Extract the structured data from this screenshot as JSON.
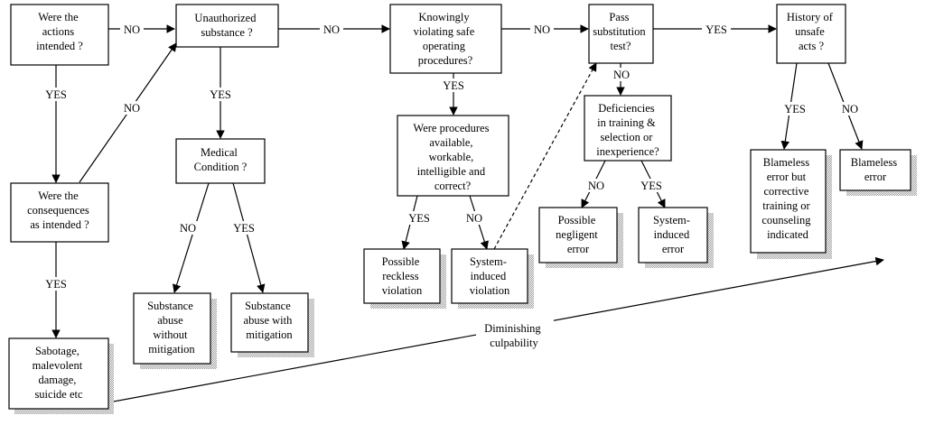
{
  "boxes": {
    "actions_intended": [
      "Were the",
      "actions",
      "intended ?"
    ],
    "unauthorized": [
      "Unauthorized",
      "substance ?"
    ],
    "knowingly": [
      "Knowingly",
      "violating safe",
      "operating",
      "procedures?"
    ],
    "substitution": [
      "Pass",
      "substitution",
      "test?"
    ],
    "history": [
      "History of",
      "unsafe",
      "acts ?"
    ],
    "consequences": [
      "Were the",
      "consequences",
      "as intended ?"
    ],
    "medical": [
      "Medical",
      "Condition ?"
    ],
    "procedures": [
      "Were procedures",
      "available,",
      "workable,",
      "intelligible and",
      "correct?"
    ],
    "deficiencies": [
      "Deficiencies",
      "in training &",
      "selection or",
      "inexperience?"
    ],
    "blameless_corrective": [
      "Blameless",
      "error but",
      "corrective",
      "training or",
      "counseling",
      "indicated"
    ],
    "blameless": [
      "Blameless",
      "error"
    ],
    "reckless": [
      "Possible",
      "reckless",
      "violation"
    ],
    "system_violation": [
      "System-",
      "induced",
      "violation"
    ],
    "negligent": [
      "Possible",
      "negligent",
      "error"
    ],
    "system_error": [
      "System-",
      "induced",
      "error"
    ],
    "abuse_without": [
      "Substance",
      "abuse",
      "without",
      "mitigation"
    ],
    "abuse_with": [
      "Substance",
      "abuse with",
      "mitigation"
    ],
    "sabotage": [
      "Sabotage,",
      "malevolent",
      "damage,",
      "suicide etc"
    ]
  },
  "labels": {
    "no": "NO",
    "yes": "YES"
  },
  "caption": [
    "Diminishing",
    "culpability"
  ]
}
